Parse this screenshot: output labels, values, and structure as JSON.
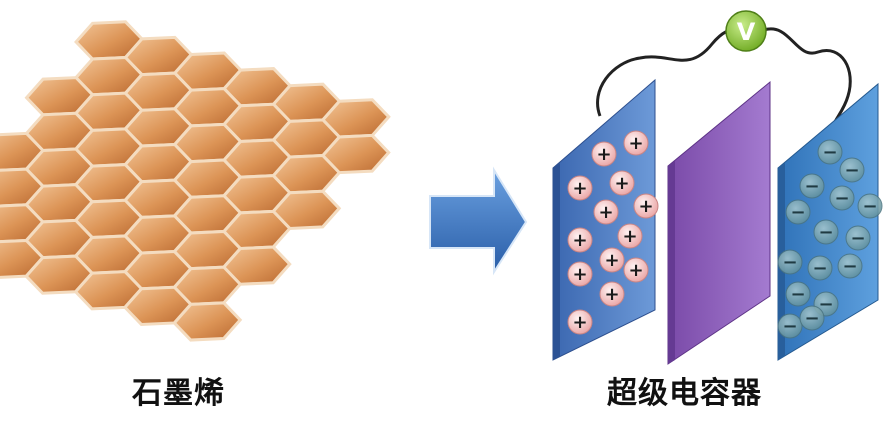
{
  "labels": {
    "graphene": "石墨烯",
    "supercapacitor": "超级电容器",
    "voltmeter": "V"
  },
  "charges": {
    "positive": "+",
    "negative": "−"
  },
  "colors": {
    "hex_light": "#e8b07c",
    "hex_dark": "#c26f36",
    "hex_edge": "#8a4a1f",
    "arrow": "#3d77c4",
    "left_plate": "#4f7fc8",
    "separator": "#8a5bb8",
    "right_plate": "#3f86cc",
    "voltmeter": "#8cc63f",
    "wire": "#222222",
    "positive_ion": "#f3c2c2",
    "negative_ion": "#6f9fa8"
  }
}
